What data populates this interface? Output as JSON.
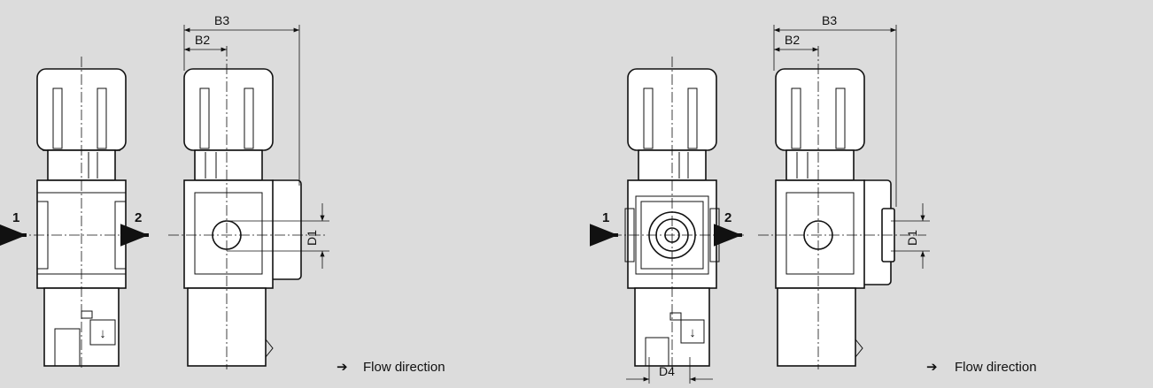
{
  "figures": [
    {
      "front": {
        "port_in": "1",
        "port_out": "2"
      },
      "side": {
        "dim_b3": "B3",
        "dim_b2": "B2",
        "dim_d1": "D1"
      },
      "legend": {
        "arrow_icon": "right-arrow-icon",
        "text": "Flow direction"
      }
    },
    {
      "front": {
        "port_in": "1",
        "port_out": "2",
        "dim_d4": "D4"
      },
      "side": {
        "dim_b3": "B3",
        "dim_b2": "B2",
        "dim_d1": "D1"
      },
      "legend": {
        "arrow_icon": "right-arrow-icon",
        "text": "Flow direction"
      }
    }
  ]
}
